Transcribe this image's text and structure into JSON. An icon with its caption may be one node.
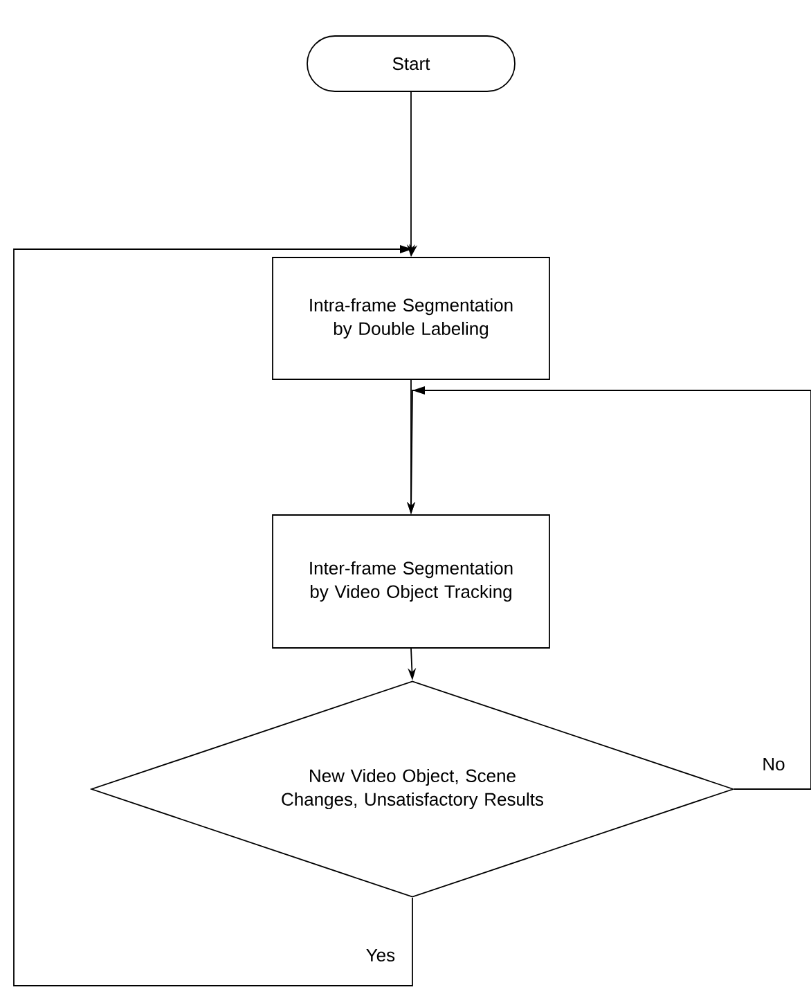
{
  "diagram": {
    "nodes": [
      {
        "text": [
          "Start"
        ]
      },
      {
        "text": [
          "Intra-frame Segmentation by Double Labeling"
        ]
      },
      {
        "text": [
          "Inter-frame Segmentation by Video Object Tracking"
        ]
      },
      {
        "text": [
          "New Video Object, Scene Changes, Unsatisfactory Results"
        ]
      }
    ],
    "edges": [
      {
        "from": 0,
        "to": 1,
        "arrow": "to"
      },
      {
        "from": 1,
        "to": 2,
        "arrow": "to"
      },
      {
        "from": 2,
        "to": 3,
        "arrow": "to"
      },
      {
        "from": 3,
        "to": 1,
        "arrow": "to",
        "label": "Yes"
      },
      {
        "from": 3,
        "to": 2,
        "arrow": "to",
        "label": "No"
      }
    ]
  }
}
